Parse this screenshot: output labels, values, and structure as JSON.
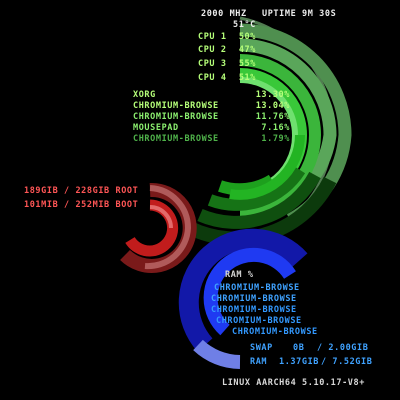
{
  "header": {
    "cpu_freq": "2000 MHZ",
    "uptime": "UPTIME 9M 30S",
    "temp": "51°C"
  },
  "cpus": [
    {
      "label": "CPU 1",
      "value": "50%",
      "level": 0.5
    },
    {
      "label": "CPU 2",
      "value": "47%",
      "level": 0.47
    },
    {
      "label": "CPU 3",
      "value": "55%",
      "level": 0.55
    },
    {
      "label": "CPU 4",
      "value": "51%",
      "level": 0.51
    }
  ],
  "processes": [
    {
      "name": "XORG",
      "value": "13.30%"
    },
    {
      "name": "CHROMIUM-BROWSE",
      "value": "13.04%"
    },
    {
      "name": "CHROMIUM-BROWSE",
      "value": "11.76%"
    },
    {
      "name": "MOUSEPAD",
      "value": "7.16%"
    },
    {
      "name": "CHROMIUM-BROWSE",
      "value": "1.79%"
    }
  ],
  "disks": [
    {
      "label": "189GIB / 228GIB ROOT",
      "level": 0.83
    },
    {
      "label": "101MIB / 252MIB BOOT",
      "level": 0.4
    }
  ],
  "memory": {
    "title": "RAM %",
    "processes": [
      "CHROMIUM-BROWSE",
      "CHROMIUM-BROWSE",
      "CHROMIUM-BROWSE",
      "CHROMIUM-BROWSE",
      "CHROMIUM-BROWSE"
    ],
    "swap": {
      "label": "SWAP",
      "value": "0B",
      "total": "/ 2.00GIB",
      "level": 0.0
    },
    "ram": {
      "label": "RAM",
      "value": "1.37GIB",
      "total": "/ 7.52GIB",
      "level": 0.18
    }
  },
  "footer": {
    "kernel": "LINUX AARCH64 5.10.17-V8+"
  },
  "colors": {
    "cpu_arc": "#3fa83a",
    "cpu_arc_light": "#7fd27a",
    "cpu_track": "#0b3d0b",
    "disk_arc": "#c11c1c",
    "disk_track": "#7a1a1a",
    "mem_arc": "#1f2fcf",
    "mem_track": "#6f7fe6",
    "text_white": "#ececec",
    "text_green": "#8cf070",
    "text_red": "#ff5656",
    "text_blue": "#3fa2ff"
  }
}
